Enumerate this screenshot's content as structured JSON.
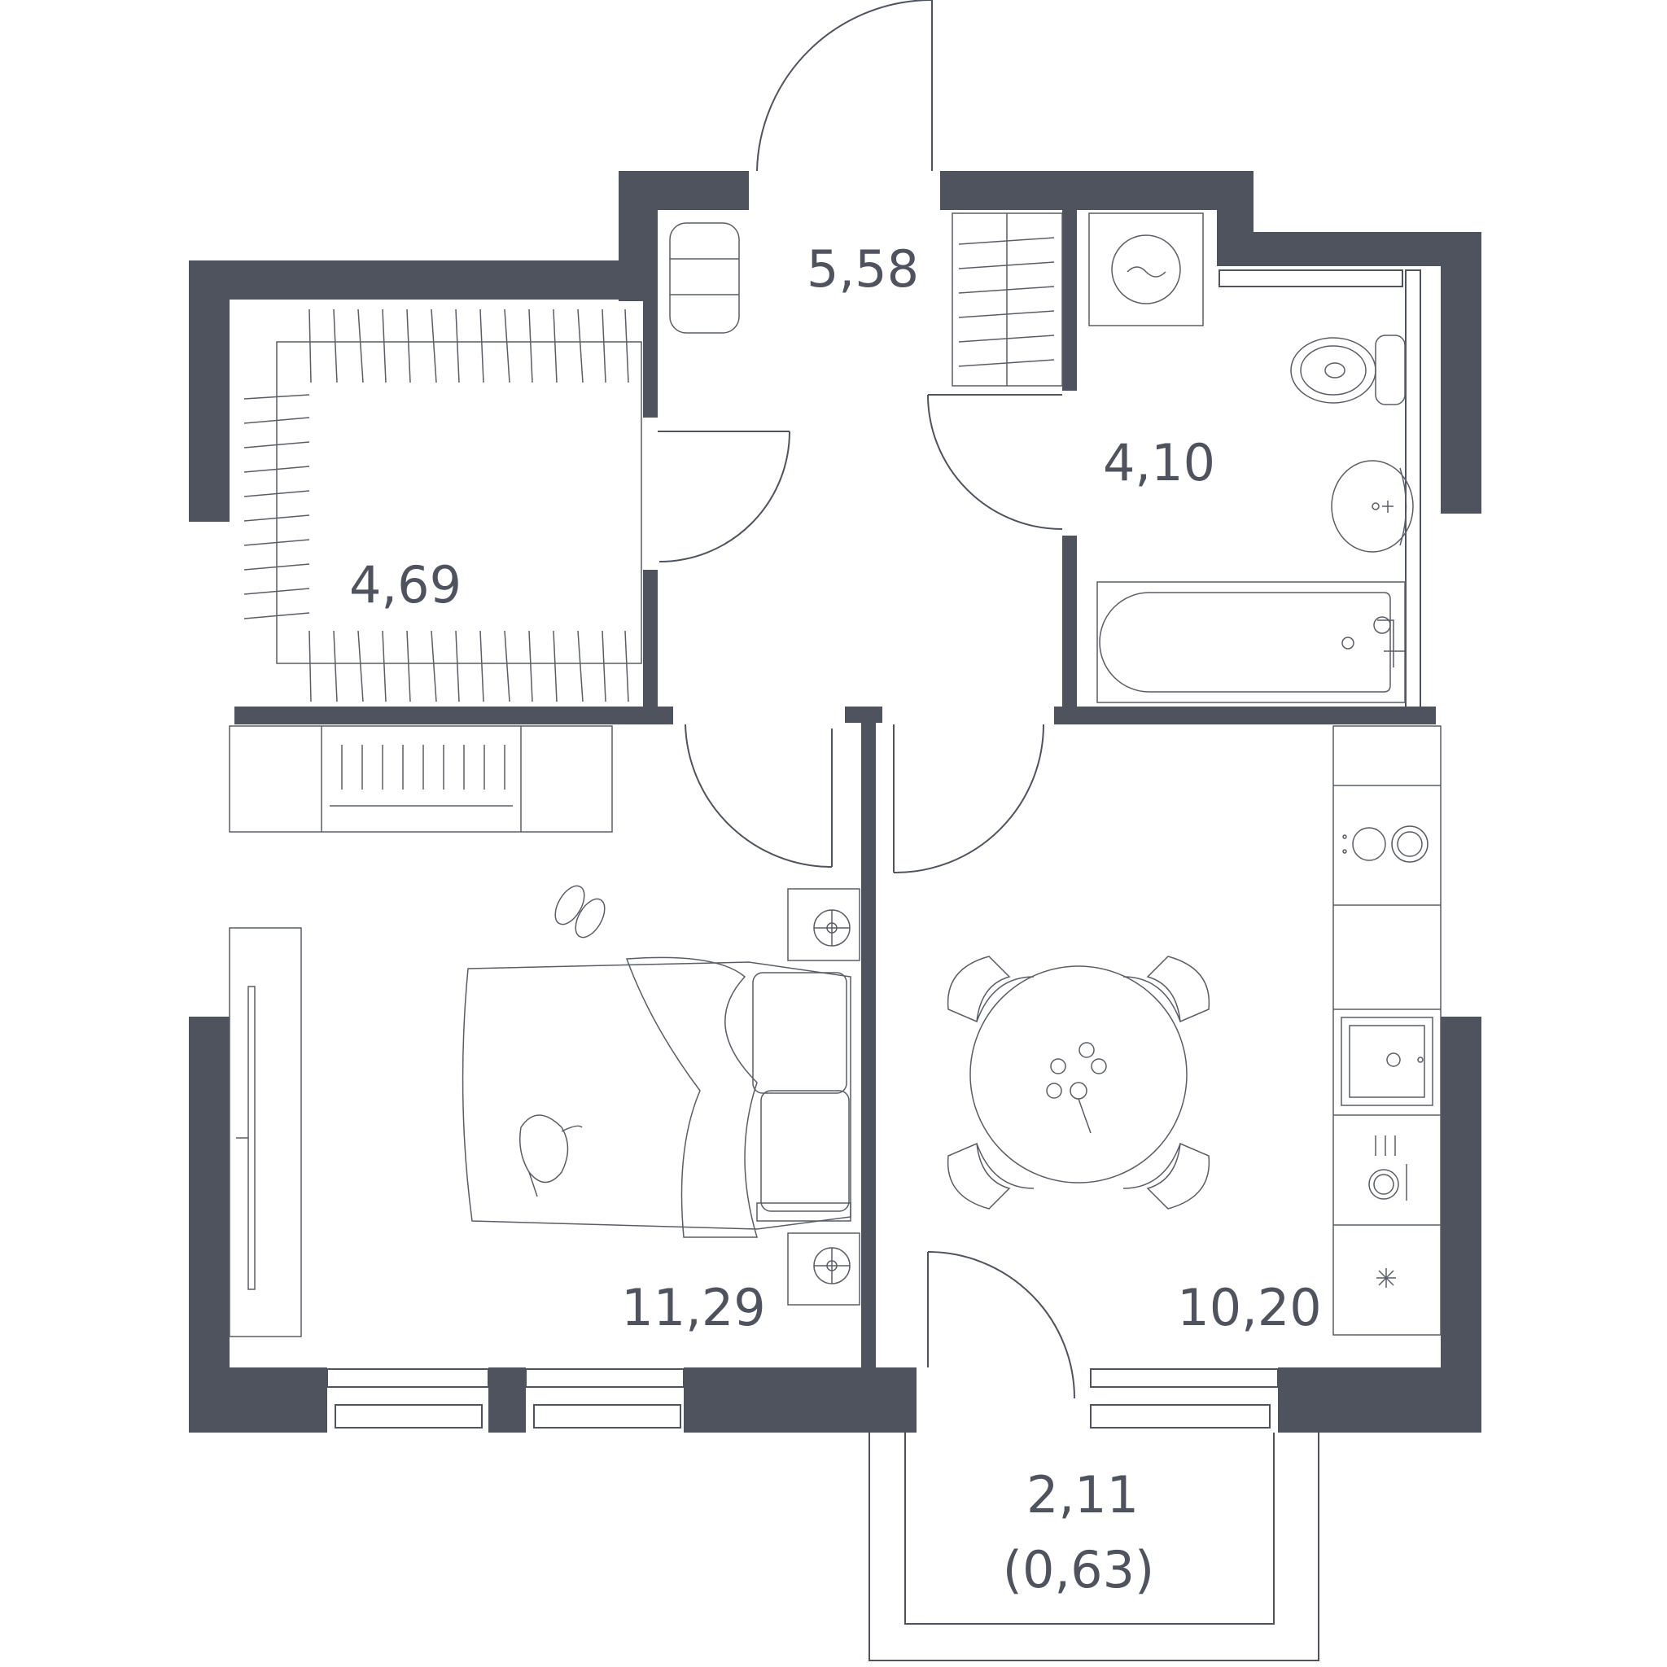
{
  "plan": {
    "rooms": [
      {
        "id": "hall",
        "area": "5,58"
      },
      {
        "id": "walk-in-closet",
        "area": "4,69"
      },
      {
        "id": "bathroom",
        "area": "4,10"
      },
      {
        "id": "bedroom",
        "area": "11,29"
      },
      {
        "id": "kitchen-living",
        "area": "10,20"
      },
      {
        "id": "balcony",
        "area": "2,11",
        "area_reduced": "(0,63)"
      }
    ]
  },
  "colors": {
    "wall": "#4f535e",
    "line": "#5a5d66",
    "background": "#ffffff"
  }
}
